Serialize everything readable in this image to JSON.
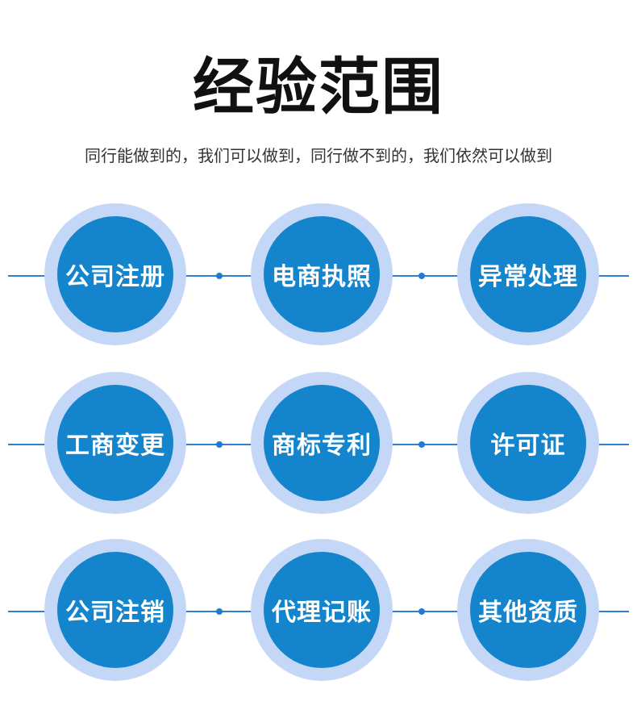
{
  "header": {
    "title": "经验范围",
    "subtitle": "同行能做到的，我们可以做到，同行做不到的，我们依然可以做到"
  },
  "services": [
    [
      "公司注册",
      "电商执照",
      "异常处理"
    ],
    [
      "工商变更",
      "商标专利",
      "许可证"
    ],
    [
      "公司注销",
      "代理记账",
      "其他资质"
    ]
  ],
  "colors": {
    "circle_fill": "#1485cc",
    "circle_ring": "#c5d7f7",
    "connector_line": "#2f7fd0",
    "connector_dot": "#1f7bd6",
    "title_text": "#111111",
    "subtitle_text": "#333333"
  }
}
